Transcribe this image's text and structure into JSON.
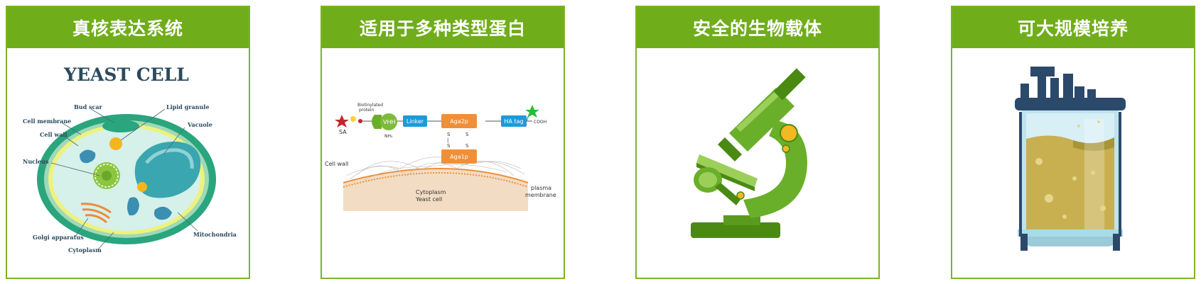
{
  "cards": [
    {
      "title": "真核表达系统",
      "illustration": "yeast-cell-diagram",
      "heading": "YEAST CELL",
      "labels": {
        "bud_scar": "Bud scar",
        "lipid_granule": "Lipid granule",
        "cell_membrane": "Cell membrane",
        "vacuole": "Vacuole",
        "cell_wall": "Cell wall",
        "nucleus": "Nucleus",
        "mitochondria": "Mitochondria",
        "golgi": "Golgi apparatus",
        "cytoplasm": "Cytoplasm"
      }
    },
    {
      "title": "适用于多种类型蛋白",
      "illustration": "yeast-surface-display-diagram",
      "labels": {
        "biotinylated": [
          "Biotinylated",
          "protein"
        ],
        "sa": "SA",
        "vhh": "VHH",
        "nh2": "NH₂",
        "linker": "Linker",
        "aga2p": "Aga2p",
        "ss": "S",
        "aga1p": "Aga1p",
        "ha_tag": "HA tag",
        "cooh": "COOH",
        "cell_wall": "Cell wall",
        "cytoplasm": "Cytoplasm",
        "yeast_cell": "Yeast   cell",
        "plasma_membrane": [
          "plasma",
          "membrane"
        ]
      }
    },
    {
      "title": "安全的生物载体",
      "illustration": "microscope-icon"
    },
    {
      "title": "可大规模培养",
      "illustration": "bioreactor-icon"
    }
  ],
  "colors": {
    "header": "#70ad1b",
    "border": "#7cb426",
    "green": "#6aaf2a",
    "light_green": "#9ccf5a",
    "dark_green": "#4b8a12",
    "orange": "#ef8f38",
    "blue": "#1e9ad8",
    "navy": "#2b4a6b",
    "yellow": "#f2b920",
    "gold": "#c8b050"
  }
}
